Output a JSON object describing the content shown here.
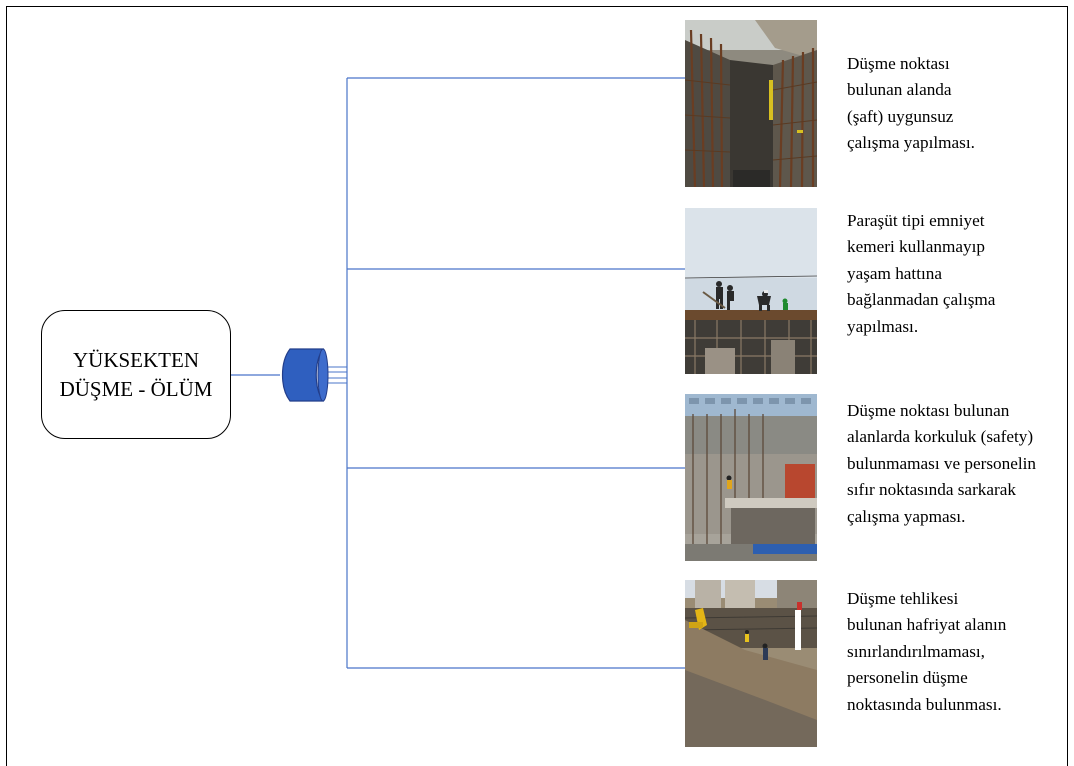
{
  "root": {
    "lines": [
      "YÜKSEKTEN",
      "DÜŞME - ÖLÜM"
    ]
  },
  "causes": [
    {
      "photo_icon": "shaft-excavation-photo",
      "lines": [
        "Düşme noktası",
        "bulunan alanda",
        "(şaft) uygunsuz",
        "çalışma yapılması."
      ]
    },
    {
      "photo_icon": "roof-workers-photo",
      "lines": [
        "Paraşüt tipi emniyet",
        "kemeri kullanmayıp",
        "yaşam hattına",
        "bağlanmadan çalışma",
        "yapılması."
      ]
    },
    {
      "photo_icon": "rebar-wall-photo",
      "lines": [
        "Düşme noktası bulunan",
        "alanlarda korkuluk (safety)",
        "bulunmaması ve personelin",
        "sıfır noktasında sarkarak",
        "çalışma yapması."
      ]
    },
    {
      "photo_icon": "excavation-site-photo",
      "lines": [
        "Düşme tehlikesi",
        "bulunan hafriyat alanın",
        "sınırlandırılmaması,",
        "personelin düşme",
        "noktasında bulunması."
      ]
    }
  ],
  "colors": {
    "connector": "#4a74c9",
    "cable_fill": "#2f5fbf",
    "cable_stroke": "#233e8a"
  }
}
